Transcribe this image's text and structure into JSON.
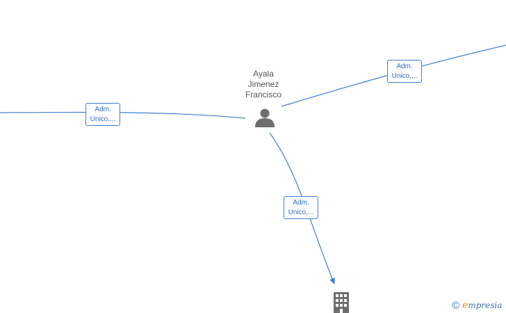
{
  "colors": {
    "edge": "#3a7fd5",
    "icon": "#6e6e6e",
    "label_border": "#3d7fd8",
    "label_text": "#2f6fc4"
  },
  "person": {
    "name_lines": [
      "Ayala",
      "Jimenez",
      "Francisco"
    ],
    "icon": "person-icon"
  },
  "company": {
    "icon": "building-icon"
  },
  "edges": [
    {
      "label_lines": [
        "Adm.",
        "Unico,..."
      ]
    },
    {
      "label_lines": [
        "Adm.",
        "Unico,..."
      ]
    },
    {
      "label_lines": [
        "Adm.",
        "Unico,..."
      ]
    }
  ],
  "brand": {
    "symbol": "©",
    "name_first": "e",
    "name_rest": "mpresia"
  }
}
